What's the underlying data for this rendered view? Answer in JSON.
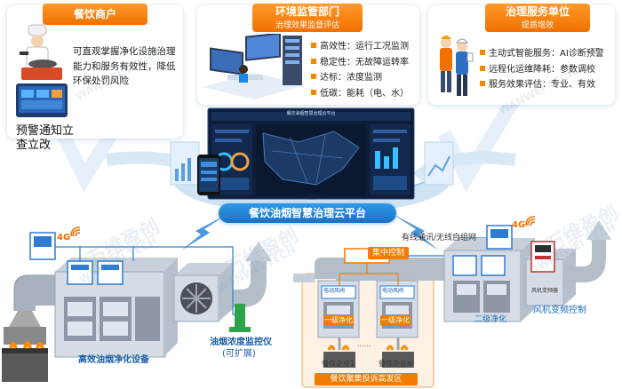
{
  "cards": {
    "catering": {
      "badge": "餐饮商户",
      "desc": "可直观掌握净化设施治理能力和服务有效性，降低环保处罚风险",
      "alert": "预警通知立查立改"
    },
    "environment": {
      "badge": "环境监管部门",
      "sub": "治理效果监督评估",
      "items": [
        "高效性：运行工况监测",
        "稳定性：无故障运转率",
        "达标：浓度监测",
        "低碳：能耗（电、水）"
      ]
    },
    "service": {
      "badge": "治理服务单位",
      "sub": "提质增效",
      "items": [
        "主动式智能服务：AI诊断预警",
        "远程化运维降耗：参数调校",
        "服务效果评估：专业、有效"
      ]
    },
    "screen_title": "餐饮油烟智慧治理云平台"
  },
  "platform": {
    "label": "餐饮油烟智慧治理云平台"
  },
  "left": {
    "device_label": "高效油烟净化设备",
    "monitor_label": "油烟浓度监控仪",
    "monitor_sub": "(可扩展)",
    "signal": "4G"
  },
  "right": {
    "comm_label": "有线通讯/无线自组网",
    "central": "集中控制",
    "signal": "4G",
    "unit1": "电动风阀",
    "unit2": "电动风阀",
    "stage1": "一级净化",
    "stage2": "二级净化",
    "fan_label": "风机变频控制",
    "converter": "风机变频器",
    "ent1": "餐饮企业1",
    "entn": "餐饮企业N",
    "dots": "......",
    "zone": "餐饮聚集投诉高发区"
  },
  "watermark": [
    "万维盈创",
    "WANWEI TECH"
  ]
}
